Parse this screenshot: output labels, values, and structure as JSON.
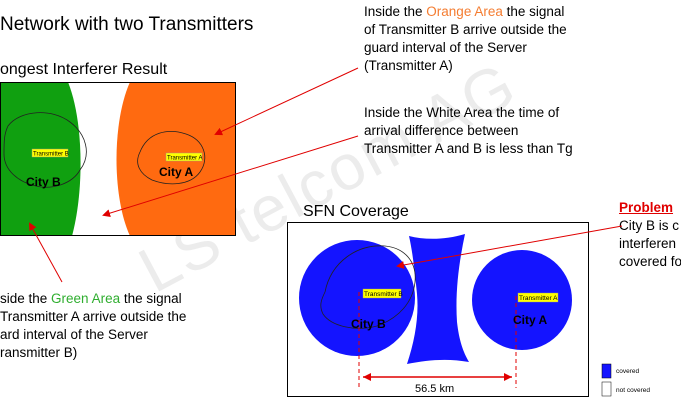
{
  "titles": {
    "main": "Network with two Transmitters",
    "left_panel": "ongest Interferer Result",
    "right_panel": "SFN Coverage"
  },
  "annotations": {
    "orange": {
      "line1_before": "Inside the ",
      "line1_highlight": "Orange Area",
      "line1_after": " the signal",
      "line2": "of Transmitter B arrive outside the",
      "line3": "guard interval of the Server",
      "line4": "(Transmitter A)"
    },
    "white": {
      "line1": "Inside the White Area the time of",
      "line2": "arrival difference between",
      "line3": "Transmitter A and B is less than Tg"
    },
    "green": {
      "line1_before": "side the ",
      "line1_highlight": "Green Area",
      "line1_after": " the signal",
      "line2": "Transmitter A arrive outside the",
      "line3": "ard interval of the Server",
      "line4": "ransmitter B)"
    },
    "problem": {
      "heading": "Problem",
      "line1": "City B is c",
      "line2": "interferen",
      "line3": "covered fo"
    }
  },
  "left_map": {
    "transmitter_b_label": "Transmitter B",
    "transmitter_a_label": "Transmitter A",
    "city_b": "City B",
    "city_a": "City A"
  },
  "right_map": {
    "transmitter_b_label": "Transmitter B",
    "transmitter_a_label": "Transmitter A",
    "city_b": "City B",
    "city_a": "City A",
    "distance": "56.5 km"
  },
  "legend": {
    "covered": "covered",
    "not_covered": "not covered"
  },
  "watermark": "LS telcom AG",
  "colors": {
    "green_area": "#10a010",
    "orange_area": "#ff6a10",
    "coverage_blue": "#1414ff",
    "arrow_red": "#e00000",
    "label_yellow": "#ffff00"
  }
}
